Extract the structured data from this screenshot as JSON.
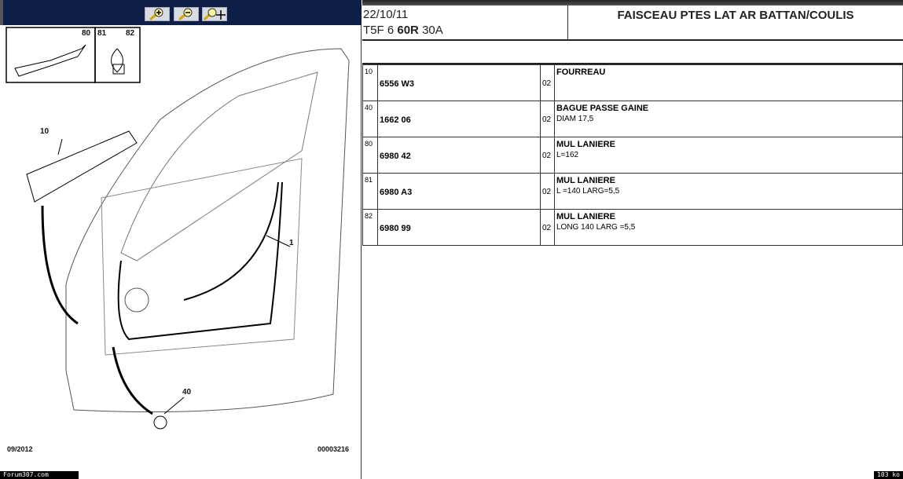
{
  "toolbar": {
    "buttons": [
      "zoom-in",
      "zoom-out",
      "zoom-fit"
    ]
  },
  "drawing": {
    "callouts": [
      "80",
      "81",
      "82",
      "10",
      "1",
      "40"
    ],
    "date": "09/2012",
    "ref": "00003216"
  },
  "header": {
    "date": "22/10/11",
    "code_prefix": "T5F 6",
    "code_bold": "60R",
    "code_suffix": "30A",
    "title": "FAISCEAU PTES LAT AR BATTAN/COULIS"
  },
  "parts": [
    {
      "num": "10",
      "ref": "6556 W3",
      "qty": "02",
      "name": "FOURREAU",
      "detail": ""
    },
    {
      "num": "40",
      "ref": "1662 06",
      "qty": "02",
      "name": "BAGUE PASSE GAINE",
      "detail": "DIAM 17,5"
    },
    {
      "num": "80",
      "ref": "6980 42",
      "qty": "02",
      "name": "MUL LANIERE",
      "detail": "L=162"
    },
    {
      "num": "81",
      "ref": "6980 A3",
      "qty": "02",
      "name": "MUL LANIERE",
      "detail": "L =140 LARG=5,5"
    },
    {
      "num": "82",
      "ref": "6980 99",
      "qty": "02",
      "name": "MUL LANIERE",
      "detail": "LONG 140 LARG =5,5"
    }
  ],
  "footer": {
    "site": "Forum307.com",
    "size": "103 ko"
  }
}
